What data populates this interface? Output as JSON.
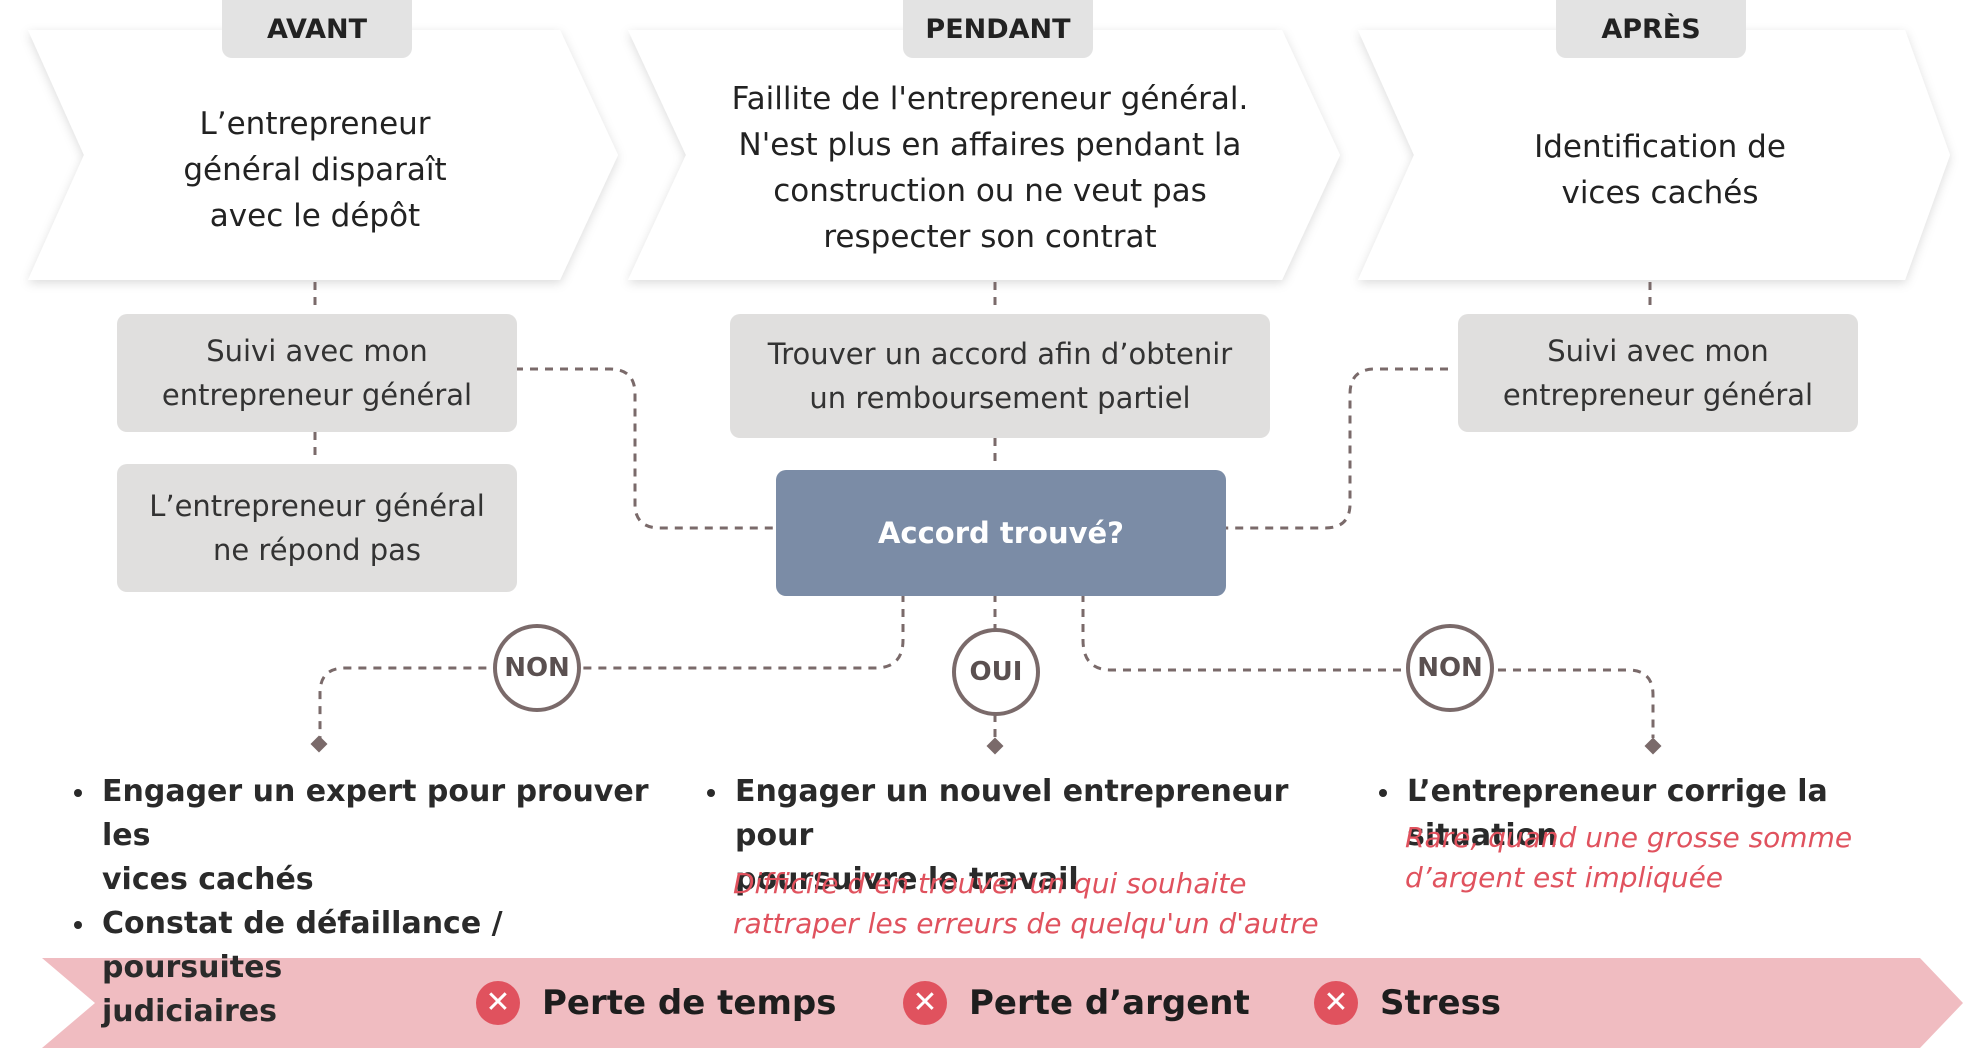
{
  "phases": [
    {
      "tab": "AVANT",
      "description": "L’entrepreneur\ngénéral disparaît\navec le dépôt"
    },
    {
      "tab": "PENDANT",
      "description": "Faillite de l'entrepreneur général.\nN'est plus en affaires pendant la\nconstruction ou ne veut pas\nrespecter son contrat"
    },
    {
      "tab": "APRÈS",
      "description": "Identification de\nvices cachés"
    }
  ],
  "steps": {
    "avant_suivi": "Suivi avec mon\nentrepreneur général",
    "avant_no_answer": "L’entrepreneur général\nne répond pas",
    "pendant_accord": "Trouver un accord afin d’obtenir\nun remboursement partiel",
    "apres_suivi": "Suivi avec mon\nentrepreneur général"
  },
  "decision": {
    "question": "Accord trouvé?",
    "branch_left": "NON",
    "branch_middle": "OUI",
    "branch_right": "NON"
  },
  "outcomes": {
    "left": {
      "items": [
        "Engager un expert pour prouver les\nvices cachés",
        "Constat de défaillance / poursuites\njudiciaires"
      ]
    },
    "middle": {
      "items": [
        "Engager un nouvel entrepreneur pour\npoursuivre le travail"
      ],
      "note": "Difficile d’en trouver un qui souhaite\nrattraper les erreurs de quelqu'un d'autre"
    },
    "right": {
      "items": [
        "L’entrepreneur corrige la situation"
      ],
      "note": "Rare, quand une grosse somme\nd’argent est impliquée"
    }
  },
  "consequences": [
    "Perte de temps",
    "Perte d’argent",
    "Stress"
  ],
  "colors": {
    "chevron_fill": "#ffffff",
    "step_box": "#e0dfde",
    "decision_box": "#7b8ca6",
    "connector": "#7a6a6a",
    "note_red": "#e0525e",
    "banner_pink": "#f0bcc1"
  }
}
